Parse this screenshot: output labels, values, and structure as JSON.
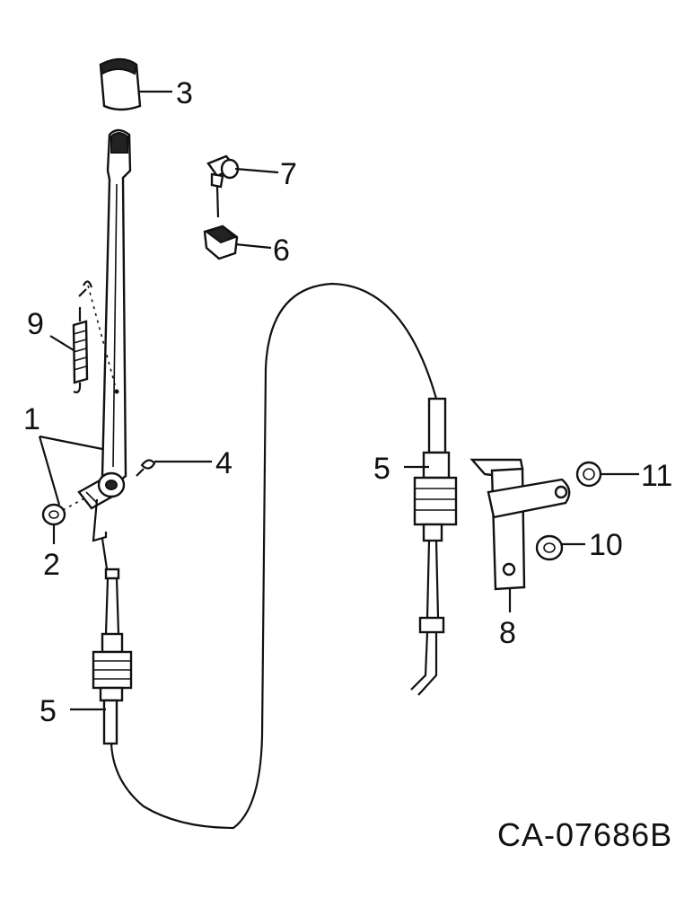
{
  "callouts": [
    {
      "id": "1",
      "text": "1"
    },
    {
      "id": "2",
      "text": "2"
    },
    {
      "id": "3",
      "text": "3"
    },
    {
      "id": "4",
      "text": "4"
    },
    {
      "id": "5a",
      "text": "5"
    },
    {
      "id": "5b",
      "text": "5"
    },
    {
      "id": "6",
      "text": "6"
    },
    {
      "id": "7",
      "text": "7"
    },
    {
      "id": "8",
      "text": "8"
    },
    {
      "id": "9",
      "text": "9"
    },
    {
      "id": "10",
      "text": "10"
    },
    {
      "id": "11",
      "text": "11"
    }
  ],
  "drawing_code": "CA-07686B"
}
